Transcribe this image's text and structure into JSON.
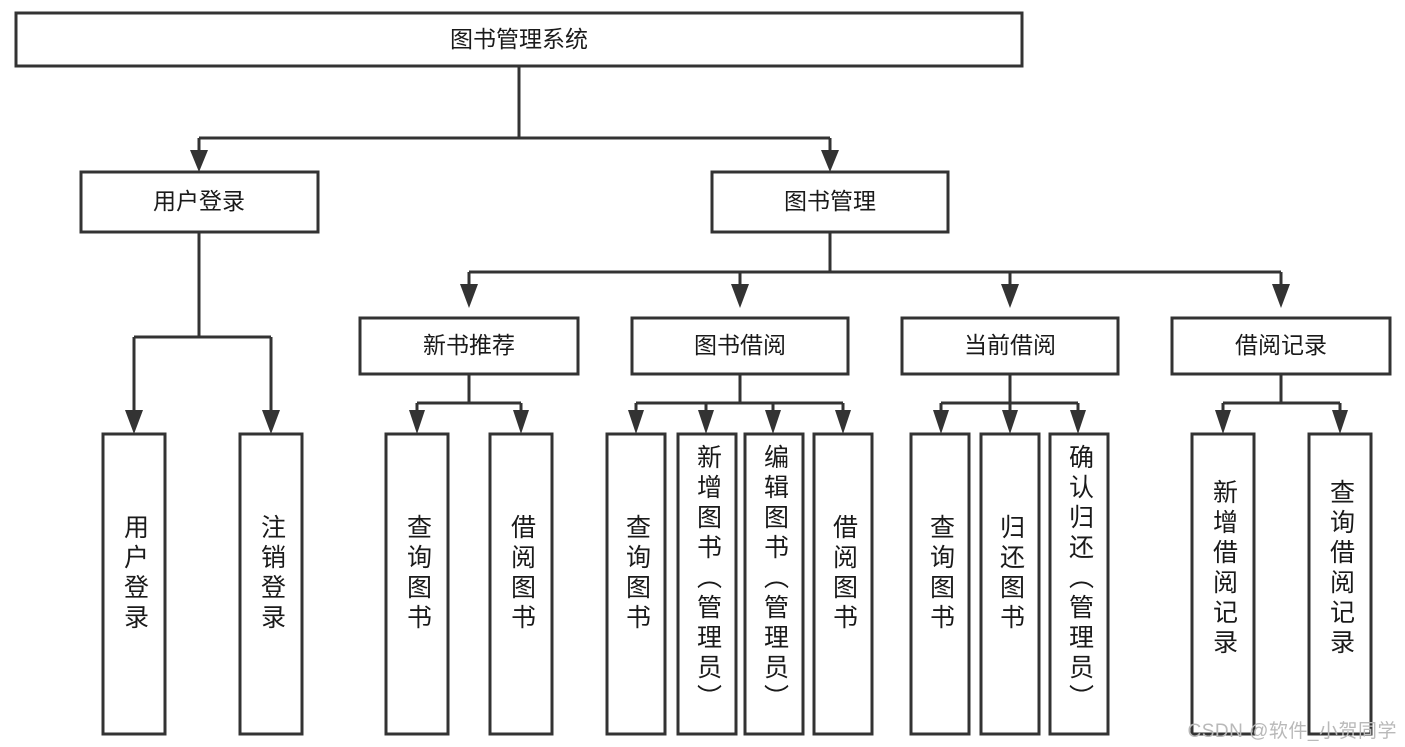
{
  "diagram": {
    "type": "tree-hierarchy-diagram",
    "title": "图书管理系统",
    "watermark": "CSDN @软件_小贺同学",
    "colors": {
      "stroke": "#333333",
      "box_fill": "#ffffff",
      "text": "#1a1a1a",
      "background": "#ffffff",
      "watermark": "#b9b9b9"
    },
    "root": {
      "label": "图书管理系统"
    },
    "level1": [
      {
        "label": "用户登录"
      },
      {
        "label": "图书管理"
      }
    ],
    "level2": [
      {
        "label": "新书推荐"
      },
      {
        "label": "图书借阅"
      },
      {
        "label": "当前借阅"
      },
      {
        "label": "借阅记录"
      }
    ],
    "leaves": {
      "user_login": [
        {
          "label": "用户登录"
        },
        {
          "label": "注销登录"
        }
      ],
      "new_book_recommend": [
        {
          "label": "查询图书"
        },
        {
          "label": "借阅图书"
        }
      ],
      "book_borrow": [
        {
          "label": "查询图书"
        },
        {
          "label": "新增图书（管理员）"
        },
        {
          "label": "编辑图书（管理员）"
        },
        {
          "label": "借阅图书"
        }
      ],
      "current_borrow": [
        {
          "label": "查询图书"
        },
        {
          "label": "归还图书"
        },
        {
          "label": "确认归还（管理员）"
        }
      ],
      "borrow_record": [
        {
          "label": "新增借阅记录"
        },
        {
          "label": "查询借阅记录"
        }
      ]
    }
  }
}
